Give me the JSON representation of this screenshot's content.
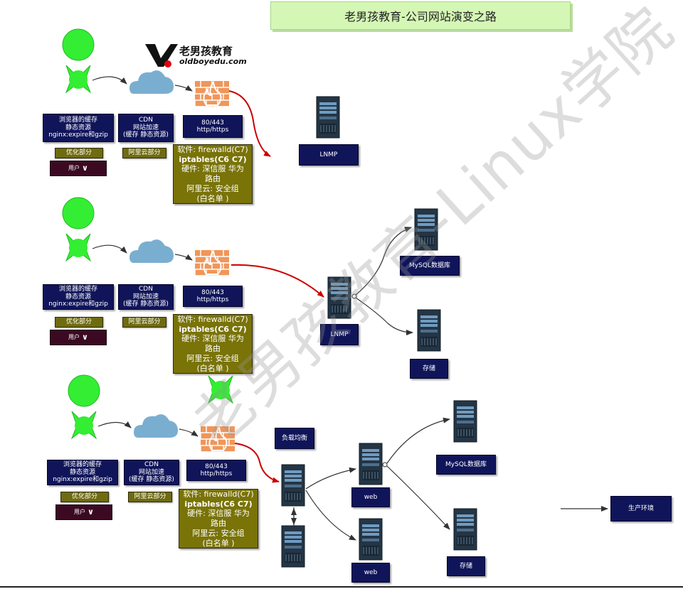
{
  "title": "老男孩教育-公司网站演变之路",
  "logo": {
    "name": "老男孩教育",
    "domain": "oldboyedu.com"
  },
  "watermark": "老男孩教育-Linux学院",
  "labels": {
    "browser_cache": [
      "浏览器的缓存",
      "静态资源",
      "nginx:expire和gzip"
    ],
    "cdn": [
      "CDN",
      "网站加速",
      "(缓存 静态资源)"
    ],
    "port": [
      "80/443",
      "http/https"
    ],
    "optimize": "优化部分",
    "aliyun": "阿里云部分",
    "user": "用户",
    "security": {
      "line1": "软件: firewalld(C7)",
      "line2": "iptables(C6 C7)",
      "line3": "硬件: 深信服 华为",
      "line4": "路由",
      "line5": "阿里云: 安全组",
      "line6": "(白名单 )"
    },
    "lnmp": "LNMP",
    "mysql": "MySQL数据库",
    "storage": "存储",
    "load_balancer": "负载均衡",
    "web": "web",
    "production": "生产环境"
  },
  "colors": {
    "navy": "#10155a",
    "olive": "#797308",
    "green": "#33ee33",
    "firewall": "#f0965a",
    "cloud": "#7aaed0",
    "arrow_red": "#cc0000",
    "title_bg": "#d5f7b5"
  }
}
